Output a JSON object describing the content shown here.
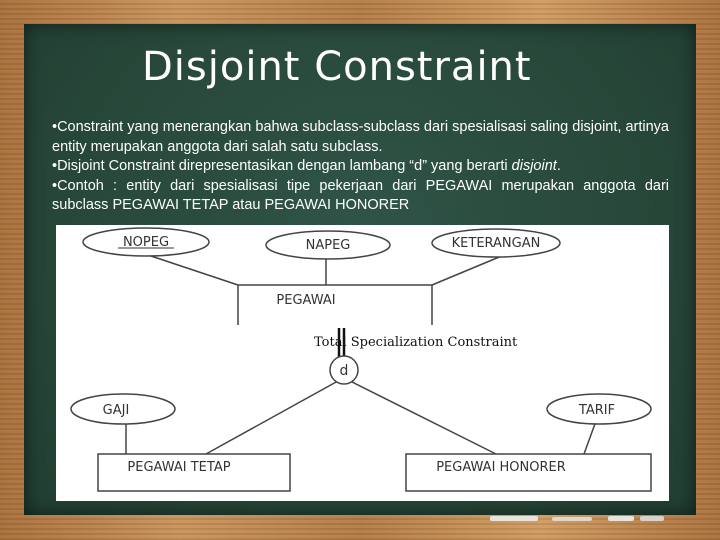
{
  "slide": {
    "title": "Disjoint Constraint",
    "bullets": [
      {
        "text": "•Constraint yang menerangkan bahwa subclass-subclass dari spesialisasi saling disjoint, artinya entity merupakan anggota dari salah satu subclass."
      },
      {
        "text_before": "•Disjoint Constraint direpresentasikan dengan lambang “d” yang berarti ",
        "text_italic": "disjoint",
        "text_after": "."
      },
      {
        "text": "•Contoh : entity dari spesialisasi tipe pekerjaan dari PEGAWAI merupakan anggota dari subclass PEGAWAI TETAP atau PEGAWAI HONORER"
      }
    ]
  },
  "diagram": {
    "attributes_top": [
      "NOPEG",
      "NAPEG",
      "KETERANGAN"
    ],
    "superclass": "PEGAWAI",
    "constraint_caption": "Total Specialization Constraint",
    "constraint_symbol": "d",
    "subclass_attributes": [
      "GAJI",
      "TARIF"
    ],
    "subclasses": [
      "PEGAWAI TETAP",
      "PEGAWAI HONORER"
    ]
  }
}
